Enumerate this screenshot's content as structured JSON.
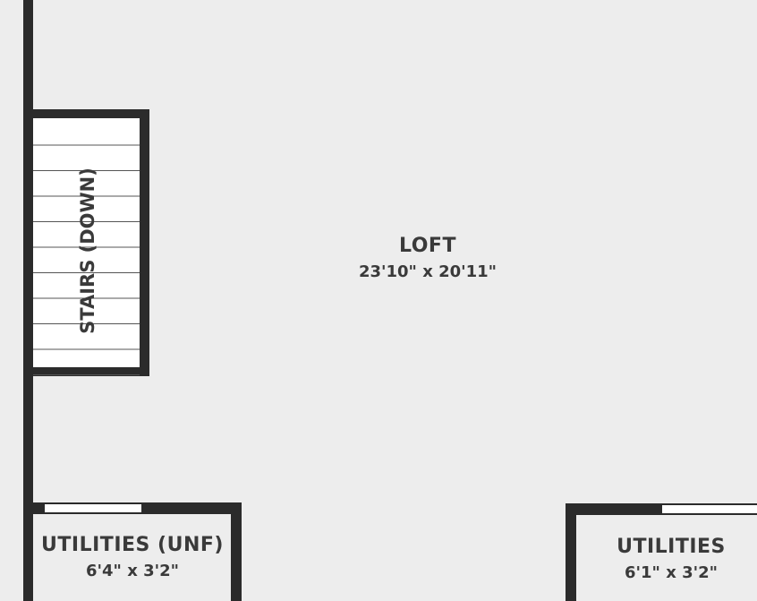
{
  "rooms": {
    "loft": {
      "name": "LOFT",
      "dimensions": "23'10\" x 20'11\""
    },
    "stairs": {
      "name": "STAIRS (DOWN)"
    },
    "utilities_unf": {
      "name": "UTILITIES (UNF)",
      "dimensions": "6'4\" x 3'2\""
    },
    "utilities": {
      "name": "UTILITIES",
      "dimensions": "6'1\" x 3'2\""
    }
  },
  "colors": {
    "wall": "#2b2b2b",
    "floor": "#ededed",
    "door_opening": "#ffffff",
    "text": "#3a3a3a"
  }
}
